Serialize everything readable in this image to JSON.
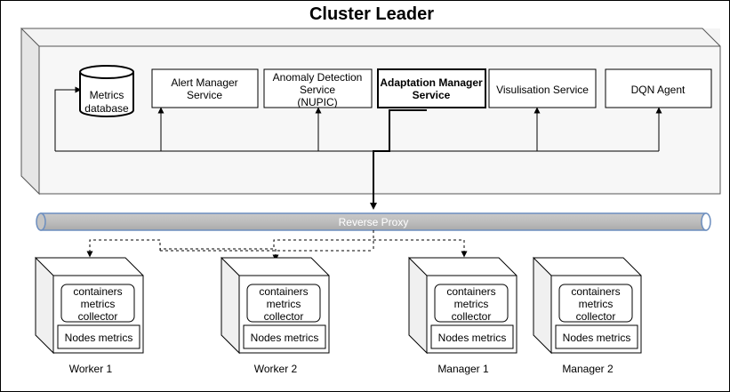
{
  "diagram": {
    "title": "Cluster Leader",
    "services": {
      "metrics_db": [
        "Metrics",
        "database"
      ],
      "alert_manager": [
        "Alert Manager",
        "Service"
      ],
      "anomaly_detection": [
        "Anomaly Detection",
        "Service",
        "(NUPIC)"
      ],
      "adaptation_manager": [
        "Adaptation Manager",
        "Service"
      ],
      "visualisation": [
        "Visulisation Service"
      ],
      "dqn_agent": [
        "DQN Agent"
      ]
    },
    "reverse_proxy": "Reverse Proxy",
    "nodes": [
      {
        "name": "Worker 1",
        "collector": [
          "containers",
          "metrics",
          "collector"
        ],
        "metrics": "Nodes metrics"
      },
      {
        "name": "Worker 2",
        "collector": [
          "containers",
          "metrics",
          "collector"
        ],
        "metrics": "Nodes metrics"
      },
      {
        "name": "Manager 1",
        "collector": [
          "containers",
          "metrics",
          "collector"
        ],
        "metrics": "Nodes metrics"
      },
      {
        "name": "Manager 2",
        "collector": [
          "containers",
          "metrics",
          "collector"
        ],
        "metrics": "Nodes metrics"
      }
    ]
  }
}
